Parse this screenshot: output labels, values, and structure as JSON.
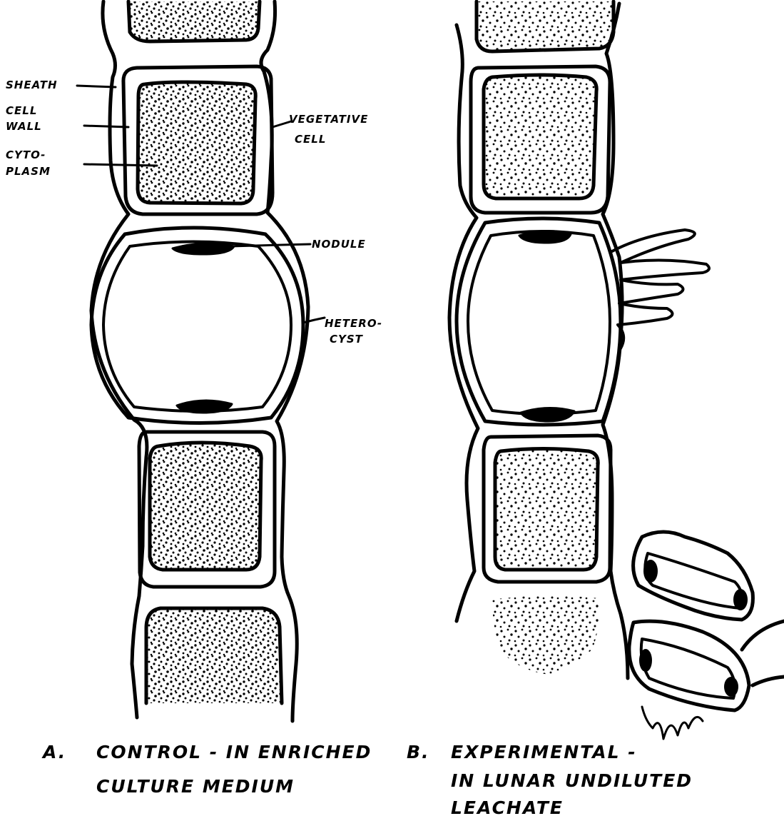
{
  "panel_a": {
    "labels": {
      "sheath": "SHEATH",
      "cell_wall_1": "CELL",
      "cell_wall_2": "WALL",
      "cytoplasm_1": "CYTO-",
      "cytoplasm_2": "PLASM",
      "vegetative_1": "VEGETATIVE",
      "vegetative_2": "CELL",
      "nodule": "NODULE",
      "heterocyst_1": "HETERO-",
      "heterocyst_2": "CYST"
    },
    "caption": {
      "letter": "A.",
      "line1": "CONTROL - IN ENRICHED",
      "line2": "CULTURE MEDIUM"
    }
  },
  "panel_b": {
    "caption": {
      "letter": "B.",
      "line1": "EXPERIMENTAL -",
      "line2": "IN LUNAR UNDILUTED",
      "line3": "LEACHATE"
    }
  }
}
